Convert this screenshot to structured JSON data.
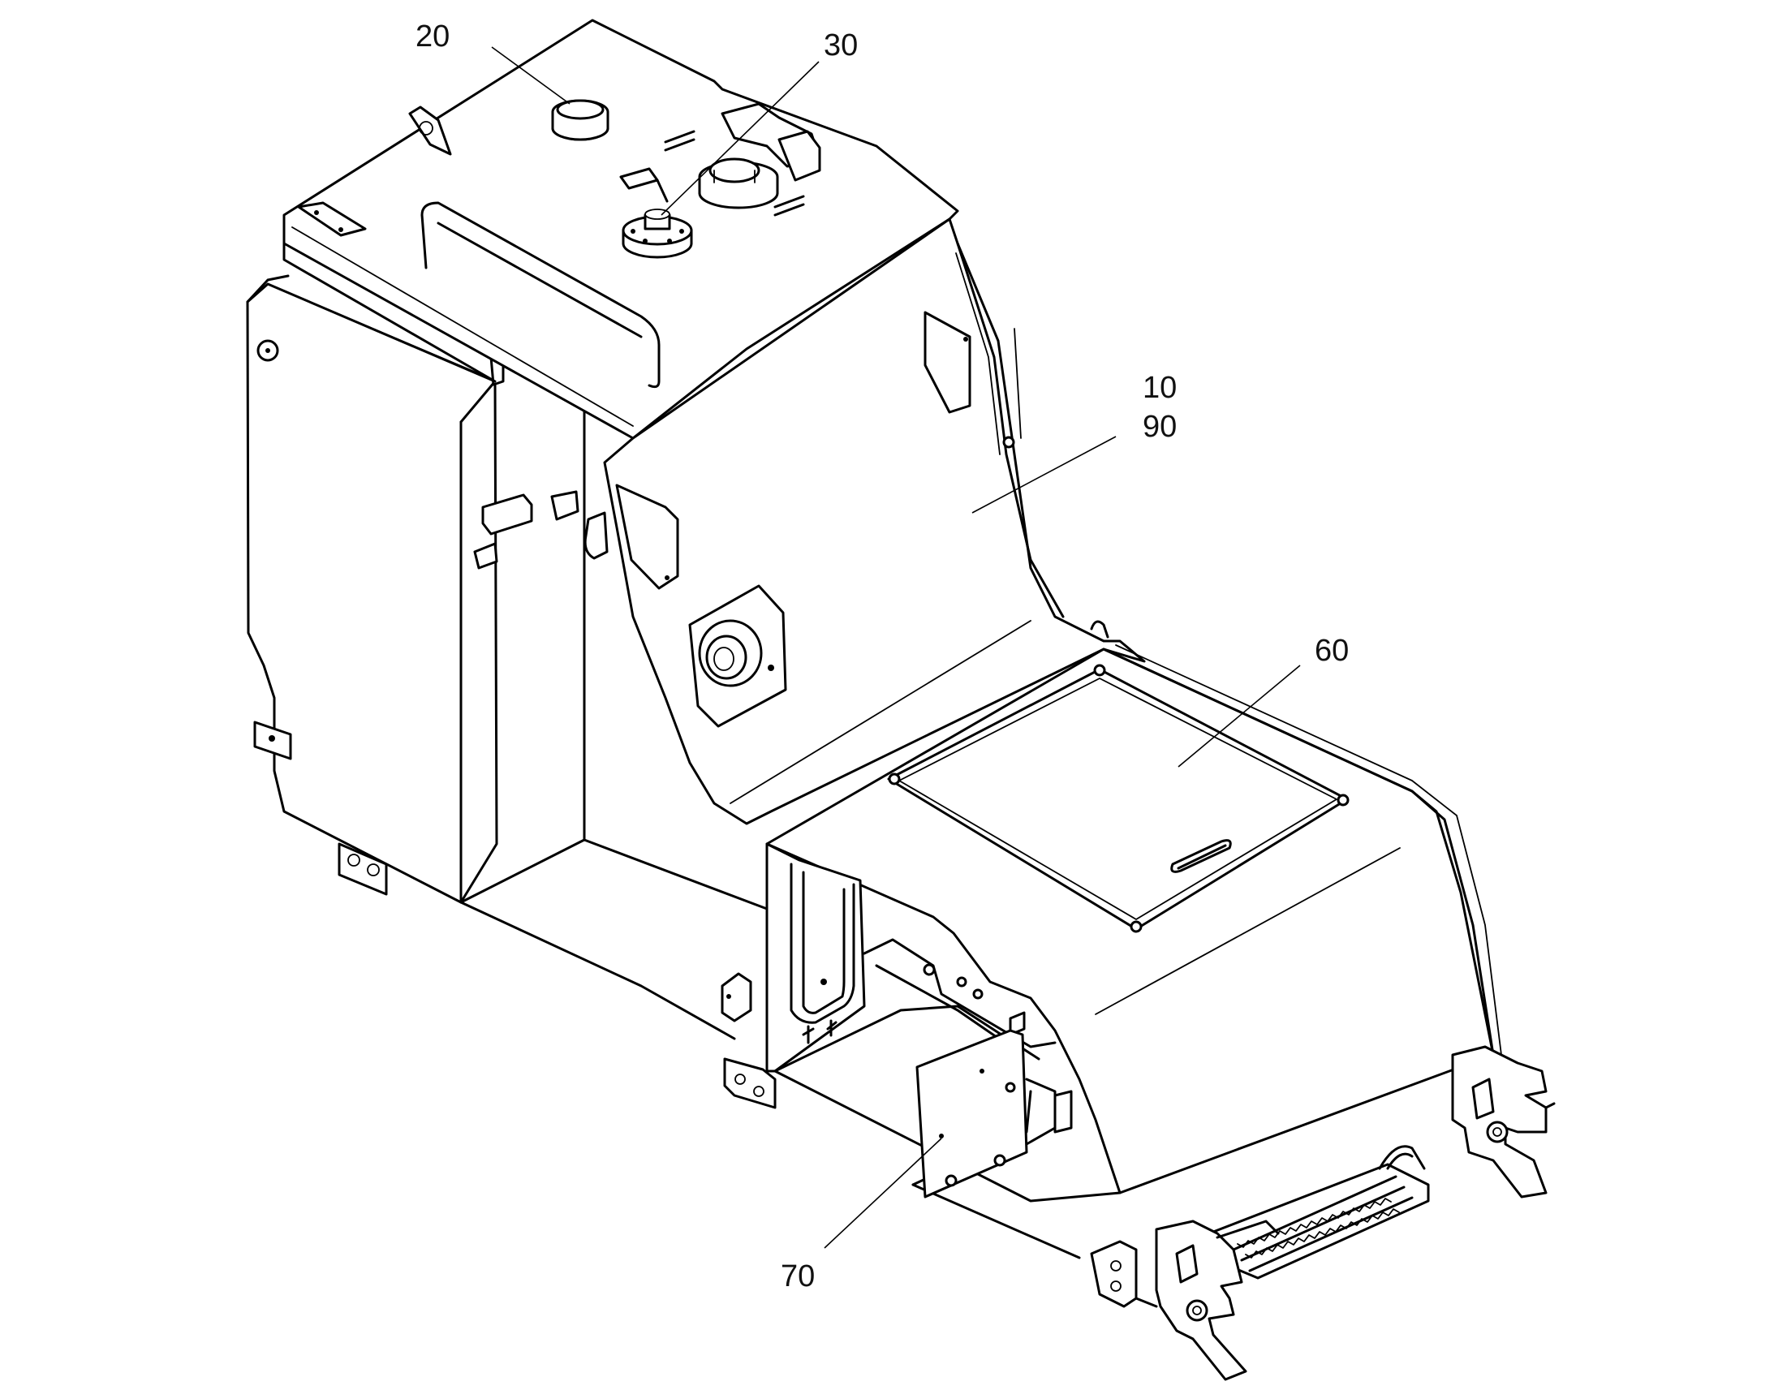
{
  "callouts": [
    {
      "id": "c20",
      "text": "20"
    },
    {
      "id": "c30",
      "text": "30"
    },
    {
      "id": "c10",
      "text": "10"
    },
    {
      "id": "c90",
      "text": "90"
    },
    {
      "id": "c60",
      "text": "60"
    },
    {
      "id": "c70",
      "text": "70"
    }
  ]
}
